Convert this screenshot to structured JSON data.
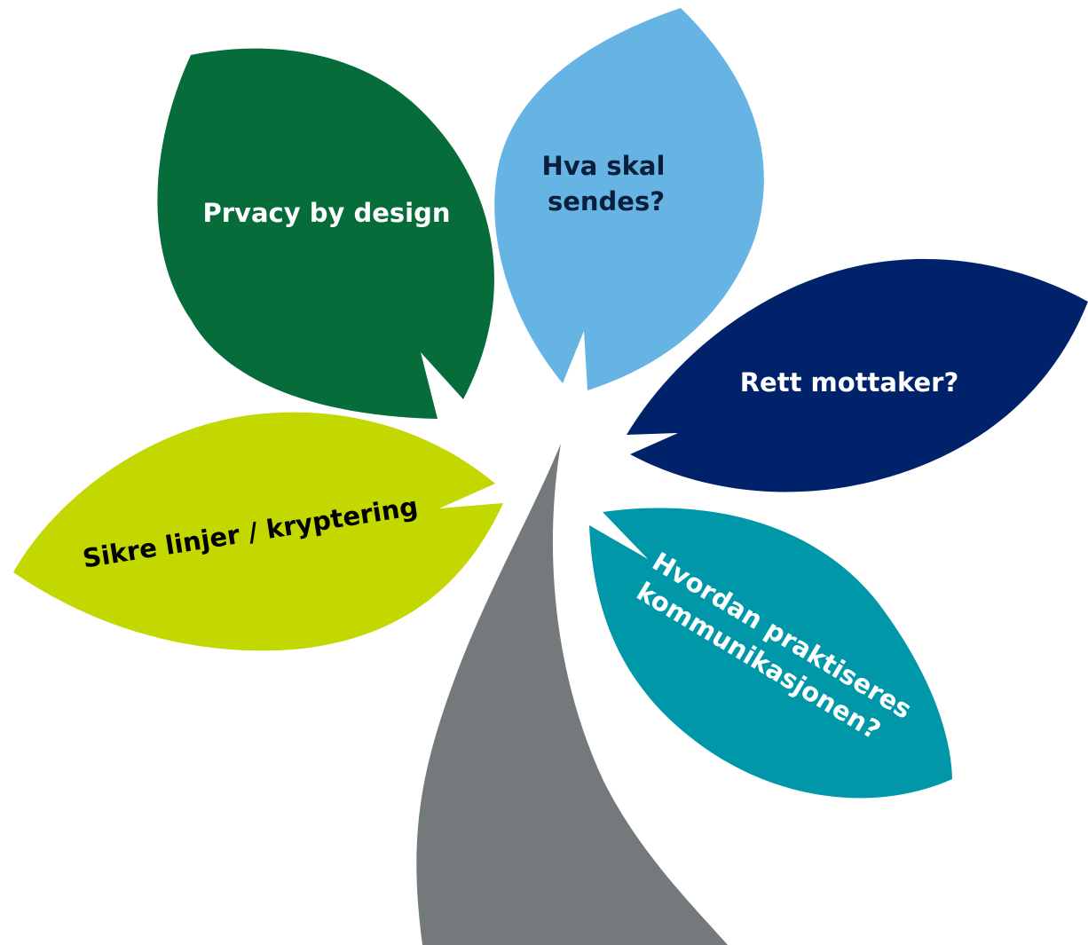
{
  "petals": [
    {
      "id": "privacy",
      "label": "Prvacy by design",
      "color": "#066C3A",
      "text_color": "#ffffff"
    },
    {
      "id": "content",
      "lines": [
        "Hva skal",
        "sendes?"
      ],
      "color": "#66B4E4",
      "text_color": "#0B1E3C"
    },
    {
      "id": "recipient",
      "label": "Rett mottaker?",
      "color": "#00226A",
      "text_color": "#ffffff"
    },
    {
      "id": "communication",
      "lines": [
        "Hvordan praktiseres",
        "kommunikasjonen?"
      ],
      "color": "#0097A9",
      "text_color": "#ffffff"
    },
    {
      "id": "secure-lines",
      "label": "Sikre linjer / kryptering",
      "color": "#C3D700",
      "text_color": "#000000"
    }
  ],
  "stem": {
    "color": "#74797C"
  }
}
